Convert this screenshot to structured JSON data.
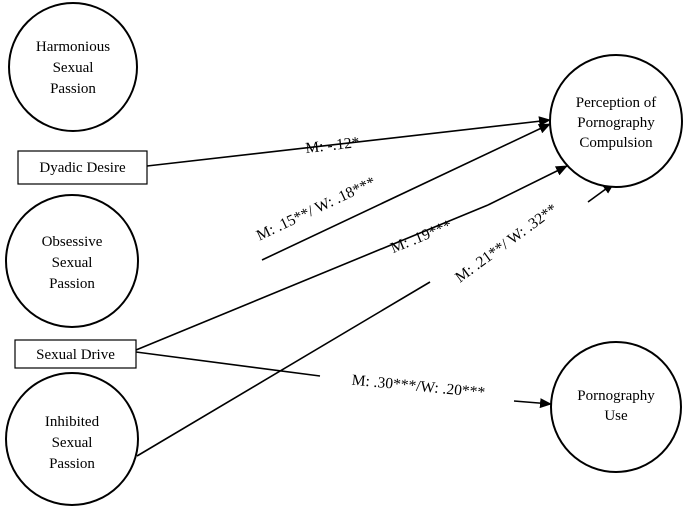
{
  "nodes": {
    "harmonious_passion": {
      "lines": [
        "Harmonious",
        "Sexual",
        "Passion"
      ]
    },
    "dyadic_desire": {
      "label": "Dyadic Desire"
    },
    "obsessive_passion": {
      "lines": [
        "Obsessive",
        "Sexual",
        "Passion"
      ]
    },
    "sexual_drive": {
      "label": "Sexual Drive"
    },
    "inhibited_passion": {
      "lines": [
        "Inhibited",
        "Sexual",
        "Passion"
      ]
    },
    "perception_compulsion": {
      "lines": [
        "Perception of",
        "Pornography",
        "Compulsion"
      ]
    },
    "pornography_use": {
      "lines": [
        "Pornography",
        "Use"
      ]
    }
  },
  "paths": {
    "dyadic_to_compulsion": "M: -.12*",
    "obsessive_to_compulsion": "M: .15**/ W: .18***",
    "drive_to_compulsion": "M:  .19***",
    "inhibited_to_compulsion": "M: .21**/ W: .32**",
    "drive_to_use": "M: .30***/W: .20***"
  }
}
